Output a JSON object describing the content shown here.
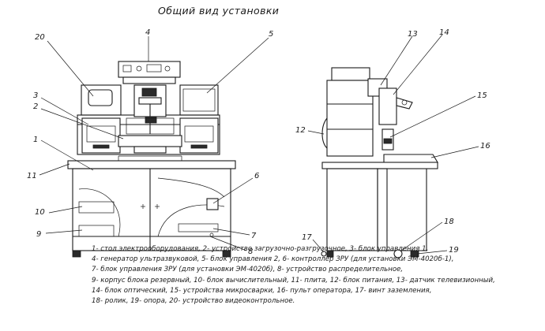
{
  "title": "Общий вид установки",
  "labels": {
    "n1": "1",
    "n2": "2",
    "n3": "3",
    "n4": "4",
    "n5": "5",
    "n6": "6",
    "n7": "7",
    "n8": "8",
    "n9": "9",
    "n10": "10",
    "n11": "11",
    "n12": "12",
    "n13": "13",
    "n14": "14",
    "n15": "15",
    "n16": "16",
    "n17": "17",
    "n18": "18",
    "n19": "19",
    "n20": "20"
  },
  "legend": [
    "1- стол электрооборудования, 2- устройство загрузочно-разгрузочное, 3- блок управления 1,",
    "4- генератор ультразвуковой, 5- блок управления 2, 6- контроллер ЗРУ    (для установки ЭМ-4020б-1),",
    "7- блок управления ЗРУ (для установки ЭМ-4020б), 8- устройство распределительное,",
    "9- корпус блока резервный, 10- блок вычислительный, 11- плита, 12- блок питания, 13- датчик телевизионный,",
    "14- блок оптический, 15- устройства микросварки, 16- пульт оператора, 17- винт заземления,",
    "18- ролик, 19- опора, 20- устройство видеоконтрольное."
  ]
}
